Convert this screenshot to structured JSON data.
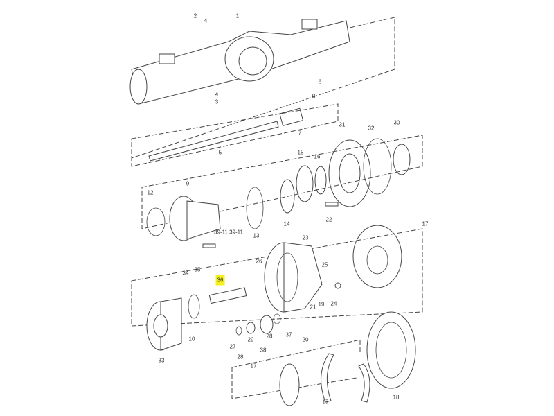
{
  "title": "Axle exploded parts diagram",
  "highlighted_part": "36",
  "callouts": [
    "1",
    "2",
    "4",
    "6",
    "4",
    "3",
    "8",
    "7",
    "5",
    "31",
    "32",
    "30",
    "15",
    "16",
    "12",
    "9",
    "13",
    "14",
    "22",
    "17",
    "39-11 39-11",
    "23",
    "26",
    "25",
    "24",
    "21",
    "19",
    "20",
    "37",
    "28",
    "38",
    "29",
    "27",
    "28",
    "34",
    "35",
    "36",
    "10",
    "33",
    "17",
    "18",
    "17"
  ],
  "colors": {
    "highlight": "#f4ef1e",
    "line": "#444444"
  }
}
